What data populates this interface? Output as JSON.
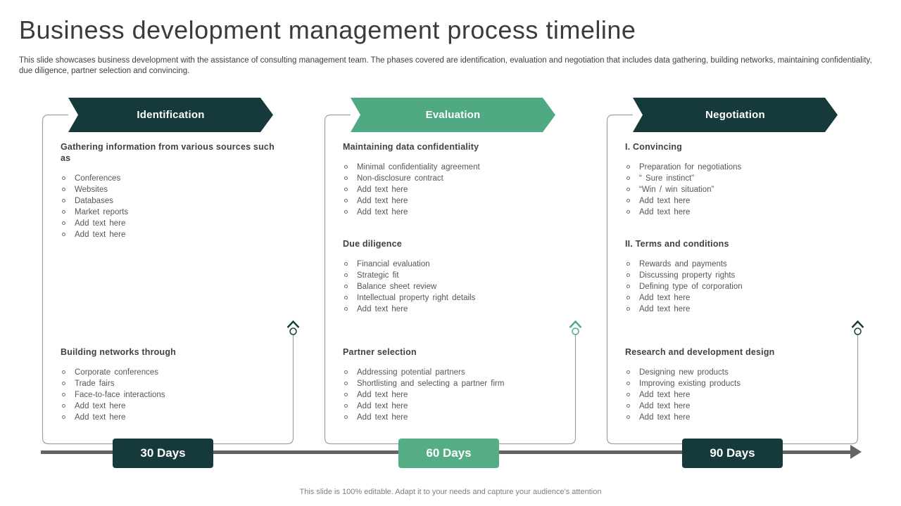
{
  "slide": {
    "title": "Business development management process timeline",
    "description": "This slide showcases business development with the assistance of consulting management team. The phases covered are identification, evaluation and negotiation that includes data gathering, building networks, maintaining confidentiality, due diligence, partner selection and convincing.",
    "footer": "This slide is 100% editable.  Adapt it to your needs and capture your audience's attention"
  },
  "colors": {
    "dark_teal": "#16393B",
    "green": "#4FA983",
    "green_badge": "#55AD85",
    "timeline_gray": "#646464",
    "card_border_gray": "#A0A0A0"
  },
  "columns": [
    {
      "phase": "Identification",
      "theme": "dark",
      "badge": "30 Days",
      "sections": [
        {
          "heading": "Gathering information from various sources such as",
          "items": [
            "Conferences",
            "Websites",
            "Databases",
            "Market reports",
            "Add text here",
            "Add text here"
          ]
        },
        {
          "heading": "Building networks through",
          "items": [
            "Corporate conferences",
            "Trade fairs",
            "Face-to-face interactions",
            "Add text here",
            "Add text here"
          ]
        }
      ]
    },
    {
      "phase": "Evaluation",
      "theme": "green",
      "badge": "60 Days",
      "sections": [
        {
          "heading": "Maintaining data confidentiality",
          "items": [
            "Minimal confidentiality agreement",
            "Non-disclosure contract",
            "Add text here",
            "Add text here",
            "Add text here"
          ]
        },
        {
          "heading": "Due diligence",
          "items": [
            "Financial evaluation",
            "Strategic fit",
            "Balance sheet review",
            "Intellectual property right details",
            "Add text here"
          ]
        },
        {
          "heading": "Partner selection",
          "items": [
            "Addressing potential partners",
            "Shortlisting and selecting a partner firm",
            "Add text here",
            "Add text here",
            "Add text here"
          ]
        }
      ]
    },
    {
      "phase": "Negotiation",
      "theme": "dark",
      "badge": "90 Days",
      "sections": [
        {
          "heading": "I. Convincing",
          "items": [
            "Preparation for negotiations",
            "“ Sure instinct”",
            "“Win / win situation”",
            "Add text here",
            "Add text here"
          ]
        },
        {
          "heading": "II. Terms and conditions",
          "items": [
            "Rewards and payments",
            "Discussing property rights",
            "Defining type of corporation",
            "Add text here",
            "Add text here"
          ]
        },
        {
          "heading": "Research and development design",
          "items": [
            "Designing new products",
            "Improving existing products",
            "Add text here",
            "Add text here",
            "Add text here"
          ]
        }
      ]
    }
  ]
}
